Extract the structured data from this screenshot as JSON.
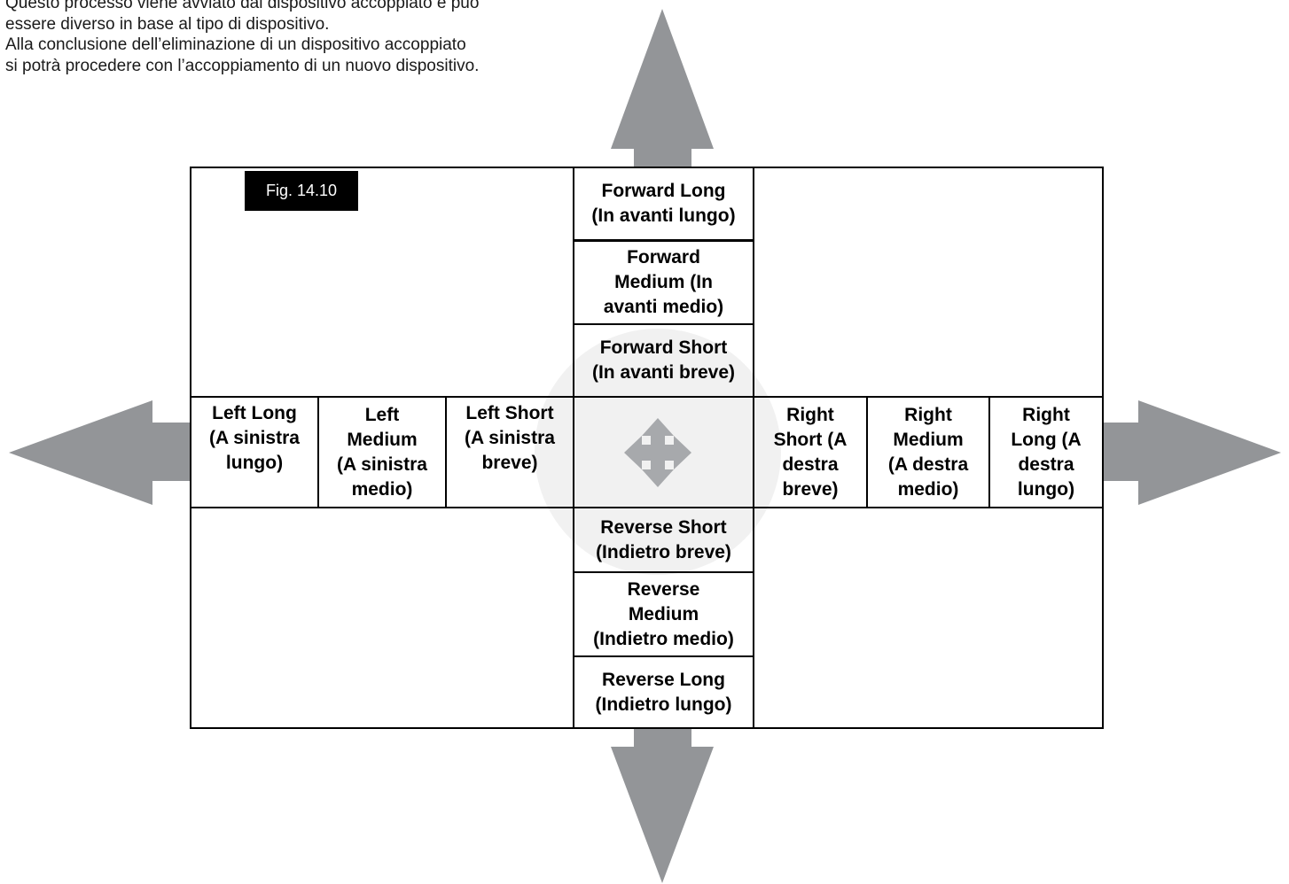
{
  "intro": {
    "line1": "Questo processo viene avviato dal dispositivo accoppiato e può",
    "line2": "essere diverso in base al tipo di dispositivo.",
    "line3": "Alla conclusione dell’eliminazione di un dispositivo accoppiato",
    "line4": "si potrà procedere con l’accoppiamento di un nuovo dispositivo."
  },
  "figure_label": "Fig. 14.10",
  "forward": {
    "long": "Forward Long\n(In avanti lungo)",
    "medium": "Forward\nMedium (In\navanti medio)",
    "short": "Forward Short\n(In avanti breve)"
  },
  "left": {
    "long": "Left Long\n(A sinistra\nlungo)",
    "medium": "Left\nMedium\n(A sinistra\nmedio)",
    "short": "Left Short\n(A sinistra\nbreve)"
  },
  "right": {
    "short": "Right\nShort (A\ndestra\nbreve)",
    "medium": "Right\nMedium\n(A destra\nmedio)",
    "long": "Right\nLong (A\ndestra\nlungo)"
  },
  "reverse": {
    "short": "Reverse Short\n(Indietro breve)",
    "medium": "Reverse\nMedium\n(Indietro medio)",
    "long": "Reverse Long\n(Indietro lungo)"
  },
  "colors": {
    "arrow": "#939598",
    "circle": "#e6e6e6",
    "move_icon": "#a7a9ac",
    "border": "#000000"
  },
  "icons": {
    "center": "move-icon",
    "up": "arrow-up-icon",
    "down": "arrow-down-icon",
    "left": "arrow-left-icon",
    "right": "arrow-right-icon"
  }
}
